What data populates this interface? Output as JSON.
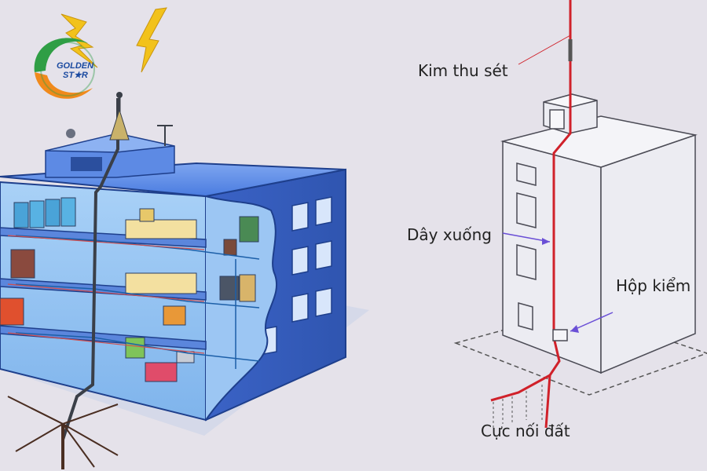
{
  "logo": {
    "line1": "GOLDEN",
    "line2": "ST★R",
    "colors": {
      "orange": "#f08a1c",
      "green": "#2f9e45",
      "blue": "#1b4aa0"
    }
  },
  "diagram_labels": {
    "lightning_rod": "Kim thu sét",
    "down_conductor": "Dây xuống",
    "test_box": "Hộp kiểm",
    "ground_electrode": "Cực nối đất"
  },
  "colors": {
    "background": "#e5e2ea",
    "building_blue": "#3f6fd0",
    "conductor_red": "#d0212a",
    "arrow_purple": "#6a4fd6",
    "lightning_yellow": "#f2c21b"
  }
}
